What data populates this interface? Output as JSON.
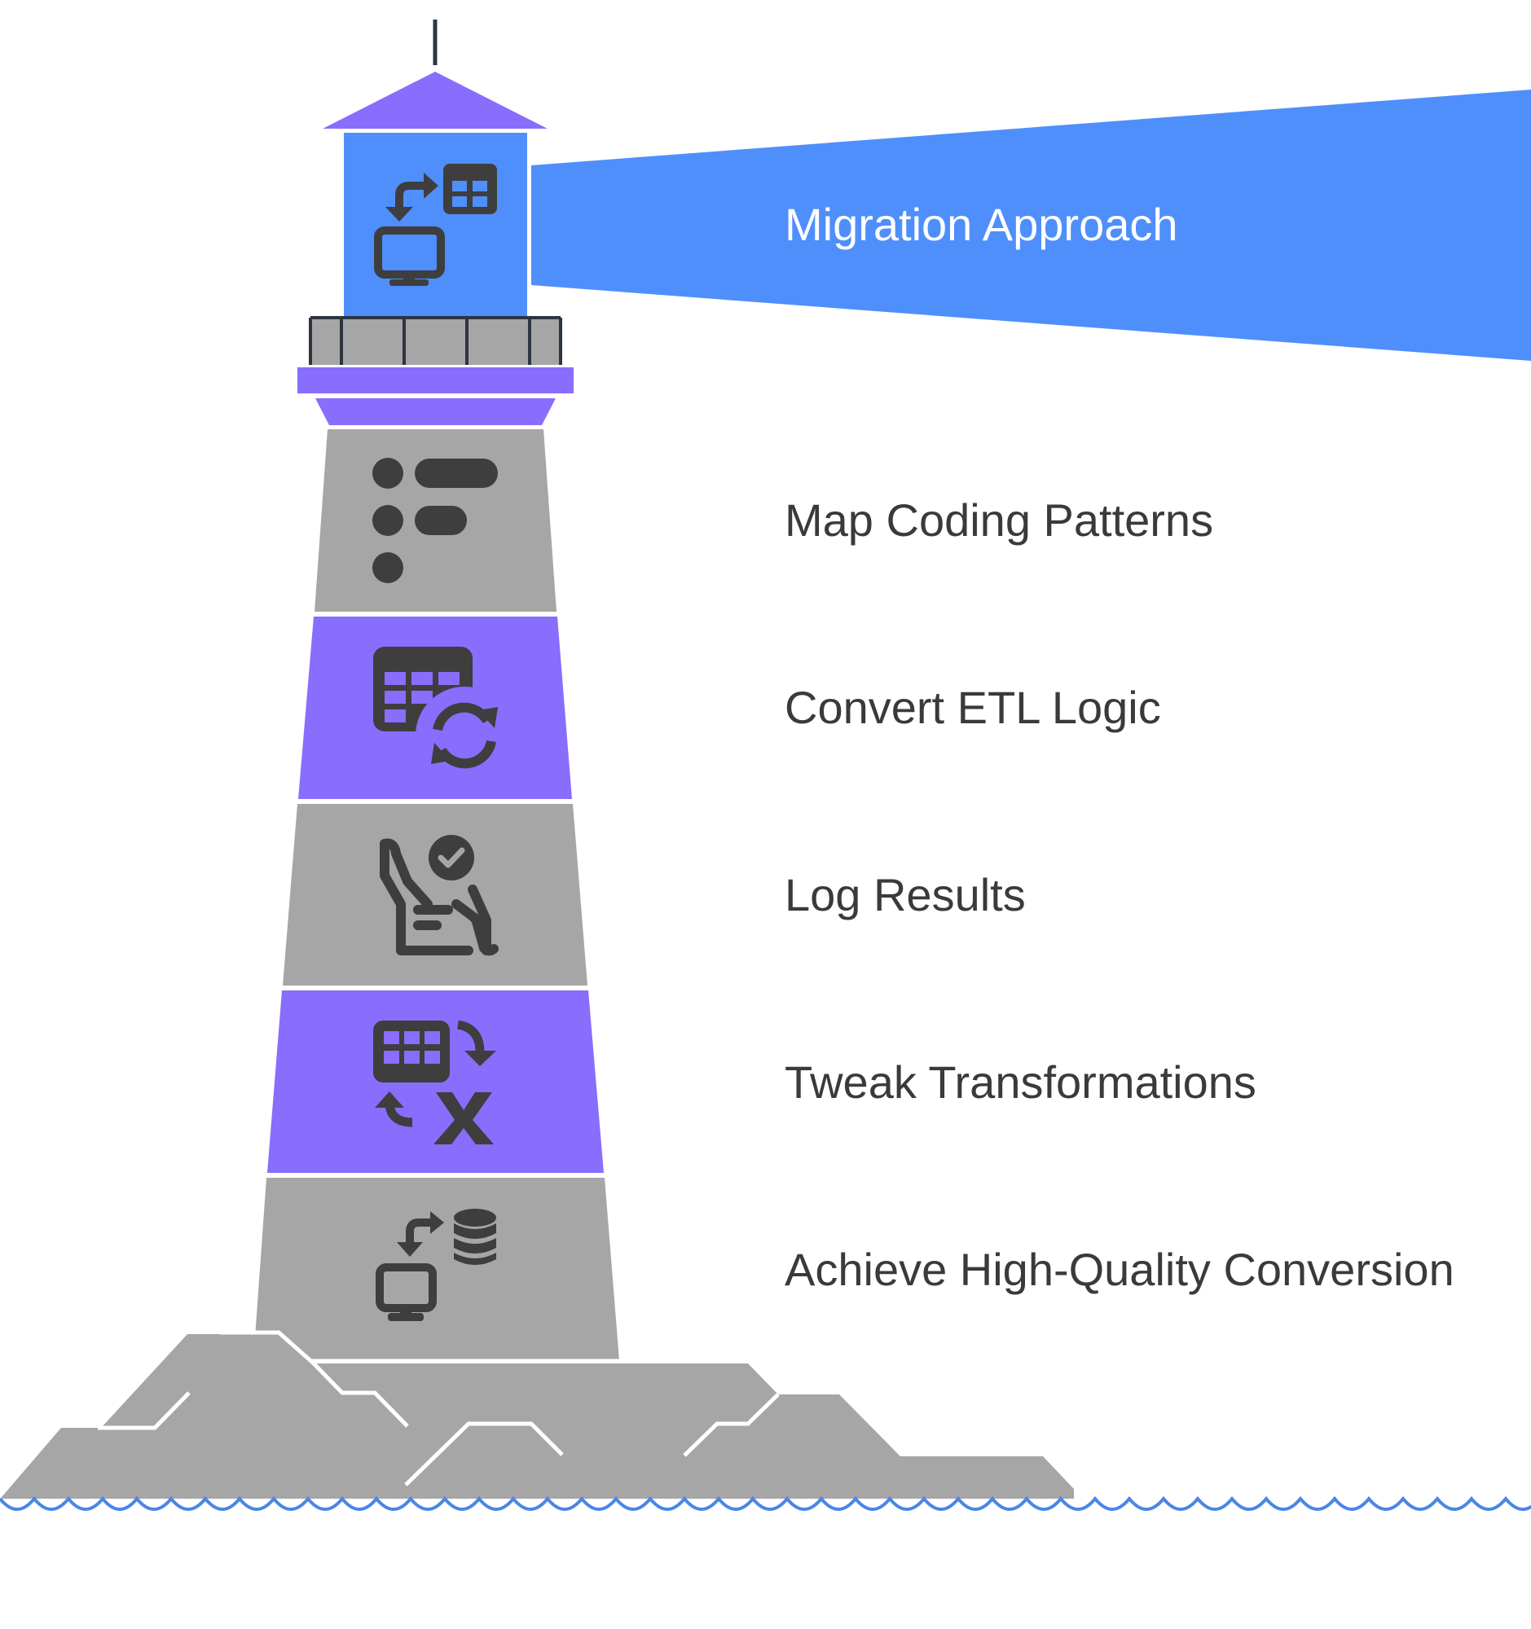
{
  "colors": {
    "beam": "#4F8FFB",
    "purple": "#896DFC",
    "gray": "#A6A6A6",
    "icon": "#3E3E3E",
    "rail": "#2D3540",
    "water": "#4A86E8",
    "text": "#3A3A3A"
  },
  "beam": {
    "label": "Migration Approach",
    "icon": "migration-icon"
  },
  "sections": [
    {
      "label": "Map Coding Patterns",
      "icon": "list-pattern-icon"
    },
    {
      "label": "Convert ETL Logic",
      "icon": "table-sync-icon"
    },
    {
      "label": "Log Results",
      "icon": "document-check-icon"
    },
    {
      "label": "Tweak Transformations",
      "icon": "table-transform-icon"
    },
    {
      "label": "Achieve High-Quality Conversion",
      "icon": "computer-database-icon"
    }
  ]
}
